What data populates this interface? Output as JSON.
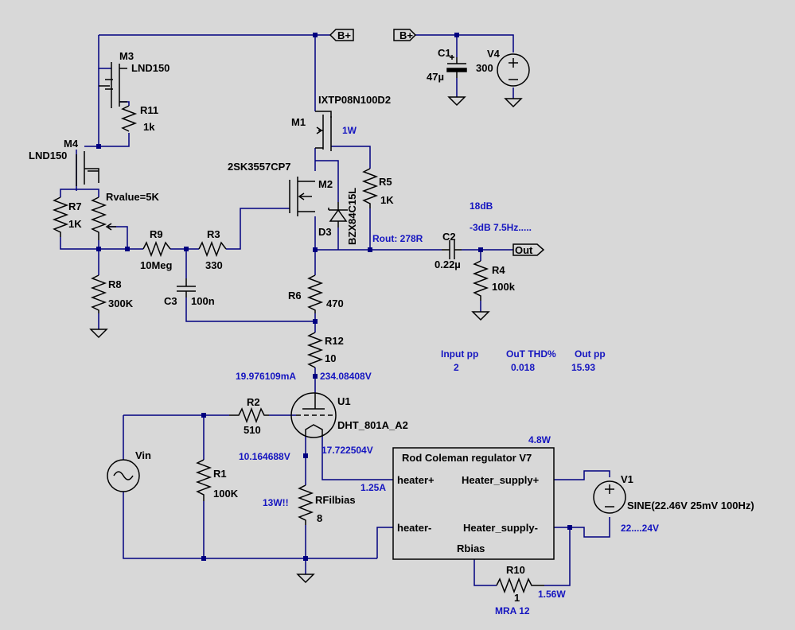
{
  "components": {
    "M3": {
      "ref": "M3",
      "value": "LND150"
    },
    "M4": {
      "ref": "M4",
      "value": "LND150"
    },
    "M1": {
      "ref": "M1",
      "value": "IXTP08N100D2"
    },
    "M2": {
      "ref": "M2",
      "value": "2SK3557CP7"
    },
    "R11": {
      "ref": "R11",
      "value": "1k"
    },
    "R7": {
      "ref": "R7",
      "value": "1K"
    },
    "Rpot": {
      "value": "Rvalue=5K"
    },
    "R9": {
      "ref": "R9",
      "value": "10Meg"
    },
    "R3": {
      "ref": "R3",
      "value": "330"
    },
    "R8": {
      "ref": "R8",
      "value": "300K"
    },
    "C3": {
      "ref": "C3",
      "value": "100n"
    },
    "R6": {
      "ref": "R6",
      "value": "470"
    },
    "R12": {
      "ref": "R12",
      "value": "10"
    },
    "R5": {
      "ref": "R5",
      "value": "1K"
    },
    "D3": {
      "ref": "D3",
      "value": "BZX84C15L"
    },
    "C2": {
      "ref": "C2",
      "value": "0.22µ"
    },
    "R4": {
      "ref": "R4",
      "value": "100k"
    },
    "C1": {
      "ref": "C1",
      "value": "47µ"
    },
    "V4": {
      "ref": "V4",
      "value": "300"
    },
    "R2": {
      "ref": "R2",
      "value": "510"
    },
    "R1": {
      "ref": "R1",
      "value": "100K"
    },
    "Vin": {
      "ref": "Vin"
    },
    "U1": {
      "ref": "U1",
      "value": "DHT_801A_A2"
    },
    "Rfil": {
      "ref": "RFilbias",
      "value": "8"
    },
    "V1": {
      "ref": "V1",
      "value": "SINE(22.46V 25mV 100Hz)"
    },
    "R10": {
      "ref": "R10",
      "value": "1"
    },
    "regulator": {
      "title": "Rod Coleman regulator V7",
      "heater_plus": "heater+",
      "heater_minus": "heater-",
      "supply_plus": "Heater_supply+",
      "supply_minus": "Heater_supply-",
      "rbias": "Rbias"
    }
  },
  "nets": {
    "bplus": "B+",
    "out": "Out"
  },
  "annotations": {
    "m1_power": "1W",
    "rout": "Rout: 278R",
    "gain": "18dB",
    "bandwidth": "-3dB 7.5Hz.....",
    "input_pp_label": "Input pp",
    "input_pp_value": "2",
    "thd_label": "OuT THD%",
    "thd_value": "0.018",
    "out_pp_label": "Out pp",
    "out_pp_value": "15.93",
    "plate_current": "19.976109mA",
    "plate_voltage": "234.08408V",
    "filament_voltage": "17.722504V",
    "cathode_voltage": "10.164688V",
    "heater_current": "1.25A",
    "rfil_power": "13W!!",
    "regulator_power": "4.8W",
    "supply_range": "22....24V",
    "r10_power": "1.56W",
    "r10_note": "MRA 12"
  }
}
